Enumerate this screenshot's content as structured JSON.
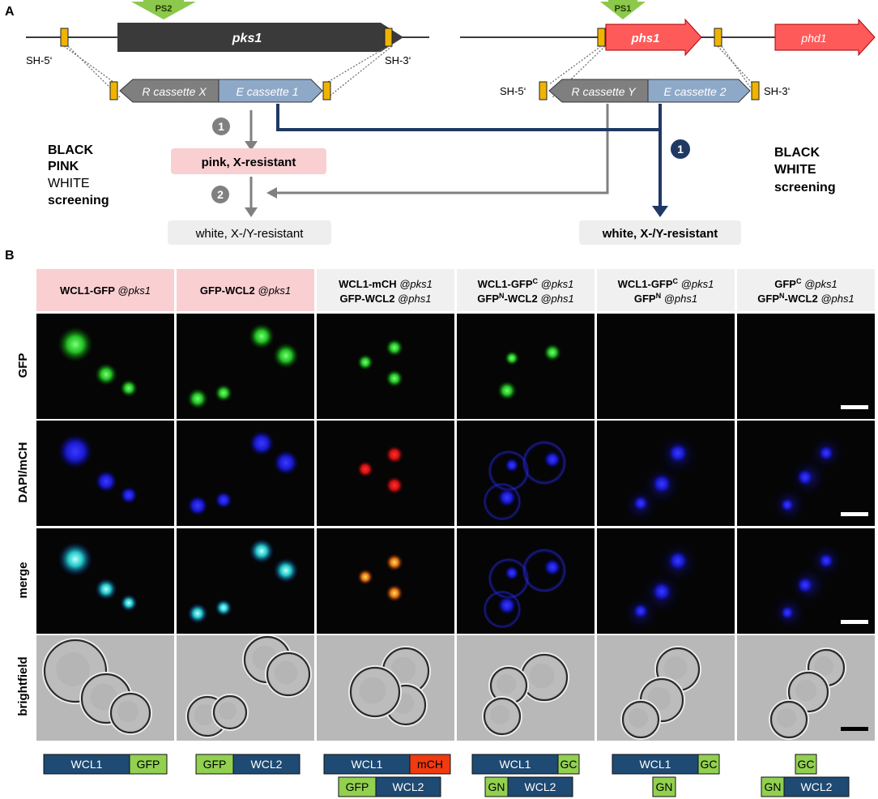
{
  "panelA": {
    "label": "A",
    "left": {
      "promoter": "PS2",
      "gene": "pks1",
      "flank5": "SH-5‘",
      "flank3": "SH-3‘",
      "cassetteR": "R cassette X",
      "cassetteE": "E cassette 1"
    },
    "right": {
      "promoter": "PS1",
      "gene1": "phs1",
      "gene2": "phd1",
      "flank5": "SH-5‘",
      "flank3": "SH-3‘",
      "cassetteR": "R cassette Y",
      "cassetteE": "E cassette 2"
    },
    "step1": "1",
    "step2": "2",
    "pinkResult": "pink, X-resistant",
    "whiteResultLeft": "white, X-/Y-resistant",
    "whiteResultRight": "white, X-/Y-resistant",
    "bpwLines": [
      "BLACK",
      "PINK",
      "WHITE",
      "screening"
    ],
    "bwLines": [
      "BLACK",
      "WHITE",
      "screening"
    ]
  },
  "panelB": {
    "label": "B",
    "rowLabels": [
      "GFP",
      "DAPI/mCH",
      "merge",
      "brightfield"
    ],
    "columns": [
      {
        "line1": [
          "WCL1-GFP ",
          "@pks1"
        ],
        "line2": null,
        "highlight": true
      },
      {
        "line1": [
          "GFP-WCL2 ",
          "@pks1"
        ],
        "line2": null,
        "highlight": true
      },
      {
        "line1": [
          "WCL1-mCH ",
          "@pks1"
        ],
        "line2": [
          "GFP-WCL2 ",
          "@phs1"
        ],
        "highlight": false
      },
      {
        "line1": [
          "WCL1-GFP",
          "C",
          " ",
          "@pks1"
        ],
        "line2": [
          "GFP",
          "N",
          "-WCL2 ",
          "@phs1"
        ],
        "highlight": false
      },
      {
        "line1": [
          "WCL1-GFP",
          "C",
          " ",
          "@pks1"
        ],
        "line2": [
          "GFP",
          "N",
          " ",
          "@phs1"
        ],
        "highlight": false
      },
      {
        "line1": [
          "GFP",
          "C",
          " ",
          "@pks1"
        ],
        "line2": [
          "GFP",
          "N",
          "-WCL2 ",
          "@phs1"
        ],
        "highlight": false
      }
    ],
    "constructs": {
      "wcl1": "WCL1",
      "wcl2": "WCL2",
      "gfp": "GFP",
      "mch": "mCH",
      "gc": "GC",
      "gn": "GN"
    }
  },
  "colors": {
    "pink_highlight": "#f9cfd2",
    "grey_header": "#f0f0f0",
    "navy": "#1f3864",
    "construct_blue": "#1e4a73",
    "lime": "#92d050",
    "mch_red": "#f03a10",
    "gene_dark": "#3a3a3a",
    "gene_red": "#ff5a5a",
    "cassette_grey": "#7f7f7f",
    "cassette_blue": "#8ea9c8",
    "flank_yellow": "#f0b400",
    "arrow_grey": "#808080"
  }
}
